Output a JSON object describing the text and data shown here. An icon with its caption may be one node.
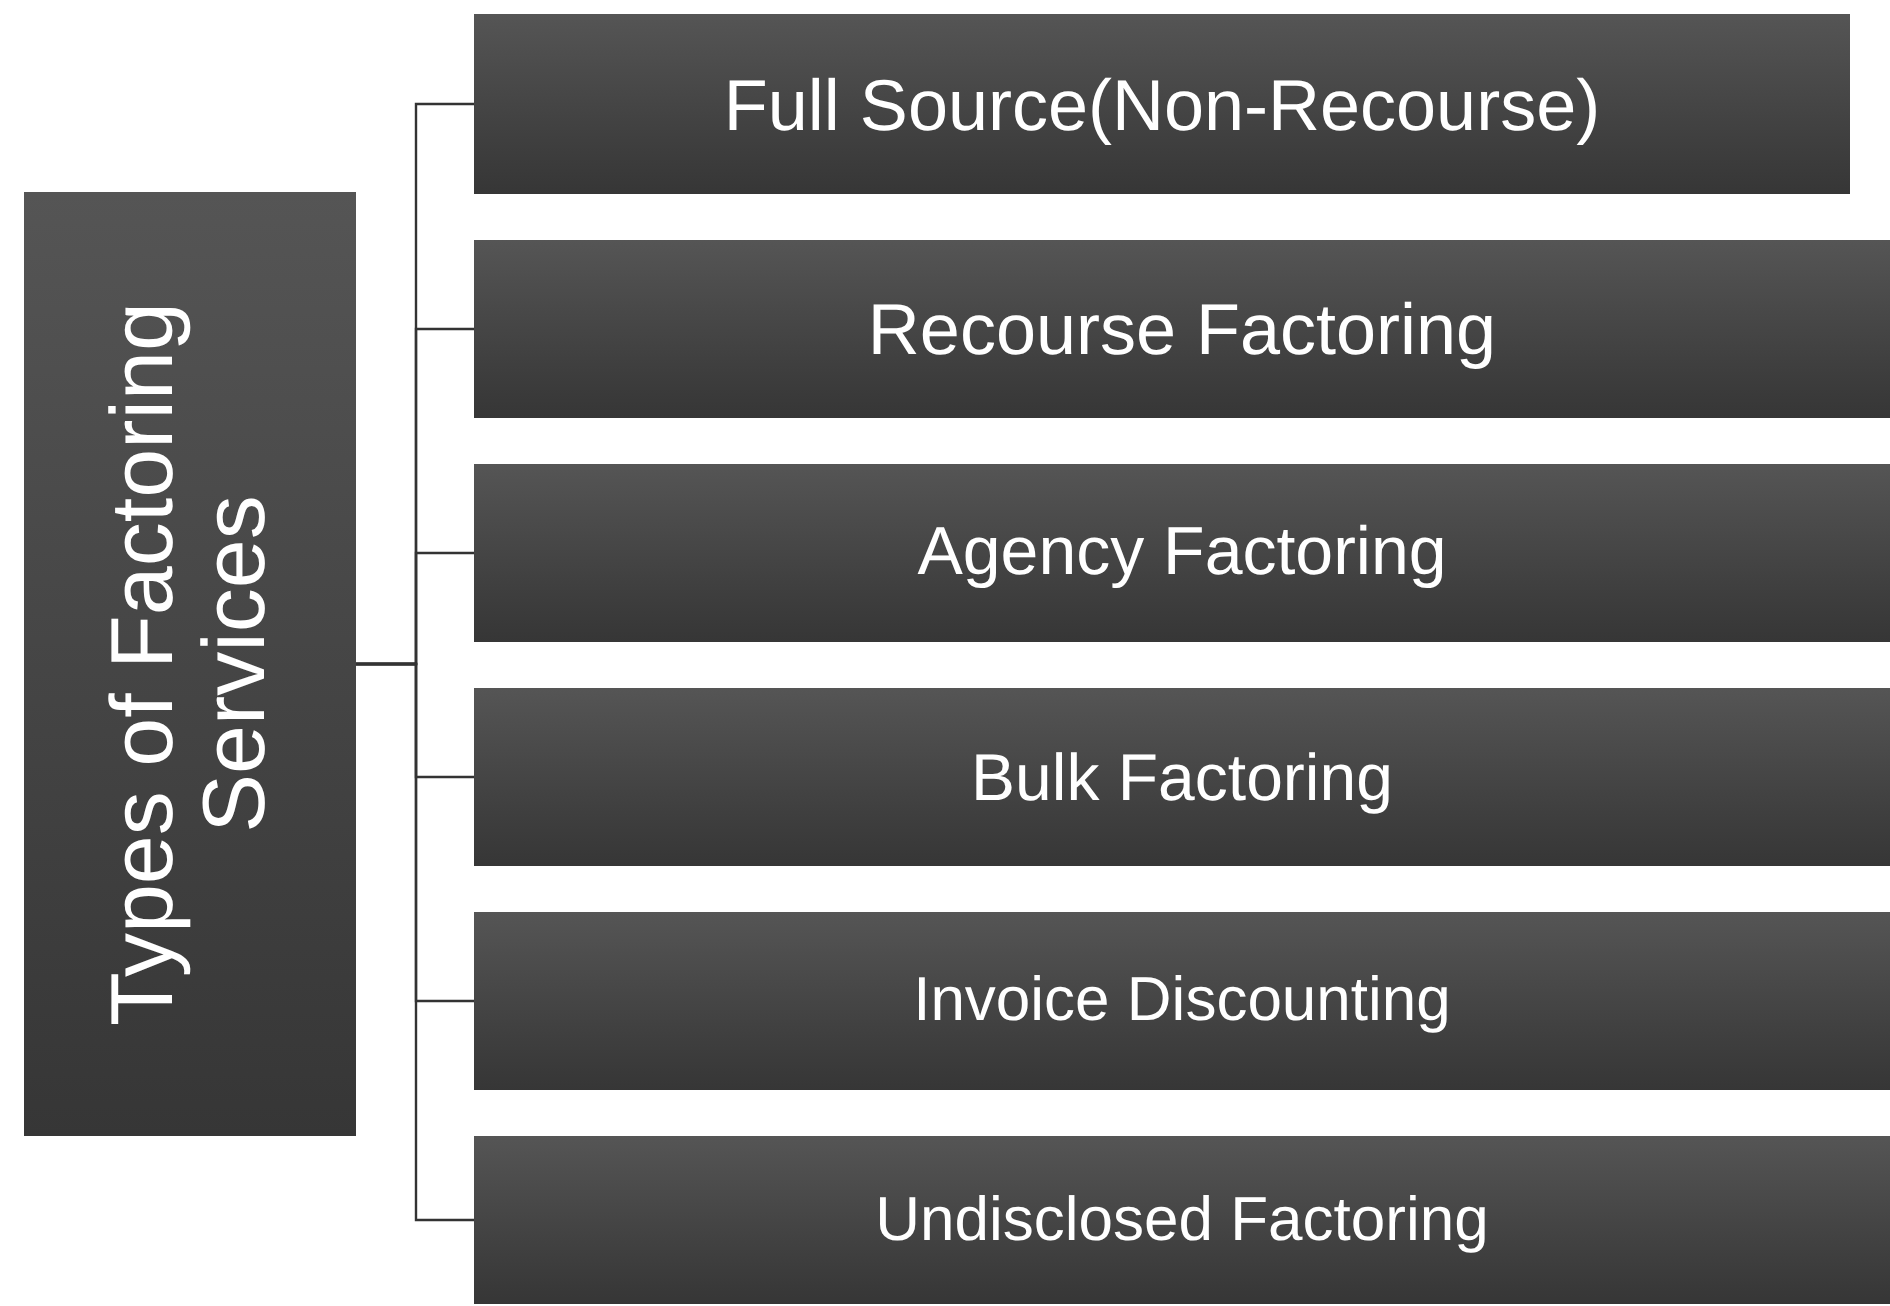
{
  "diagram": {
    "nodes": [
      {
        "text": [
          "Types of Factoring Services"
        ]
      },
      {
        "text": [
          "Full Source(Non-Recourse)"
        ]
      },
      {
        "text": [
          "Recourse Factoring"
        ]
      },
      {
        "text": [
          "Agency Factoring"
        ]
      },
      {
        "text": [
          "Bulk Factoring"
        ]
      },
      {
        "text": [
          "Invoice Discounting"
        ]
      },
      {
        "text": [
          "Undisclosed Factoring"
        ]
      }
    ],
    "edges": [
      {
        "from": 0,
        "to": 1,
        "arrow": "none"
      },
      {
        "from": 0,
        "to": 2,
        "arrow": "none"
      },
      {
        "from": 0,
        "to": 3,
        "arrow": "none"
      },
      {
        "from": 0,
        "to": 4,
        "arrow": "none"
      },
      {
        "from": 0,
        "to": 5,
        "arrow": "none"
      },
      {
        "from": 0,
        "to": 6,
        "arrow": "none"
      }
    ]
  }
}
